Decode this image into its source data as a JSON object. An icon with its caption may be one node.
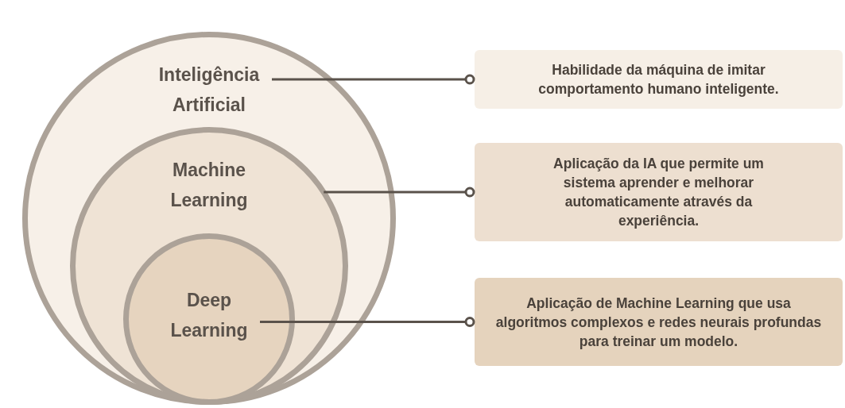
{
  "diagram": {
    "nodes": [
      {
        "text": [
          "Inteligência Artificial"
        ]
      },
      {
        "text": [
          "Machine Learning"
        ],
        "in": 0
      },
      {
        "text": [
          "Deep Learning"
        ],
        "in": 1
      },
      {
        "text": [
          "Habilidade da máquina de imitar comportamento humano inteligente."
        ]
      },
      {
        "text": [
          "Aplicação da IA que permite um sistema aprender e melhorar automaticamente através da experiência."
        ]
      },
      {
        "text": [
          "Aplicação de Machine Learning que usa algoritmos complexos e redes neurais profundas para treinar um modelo."
        ]
      }
    ],
    "edges": [
      {
        "from": 0,
        "to": 3,
        "arrow": "other"
      },
      {
        "from": 1,
        "to": 4,
        "arrow": "other"
      },
      {
        "from": 2,
        "to": 5,
        "arrow": "other"
      }
    ]
  }
}
